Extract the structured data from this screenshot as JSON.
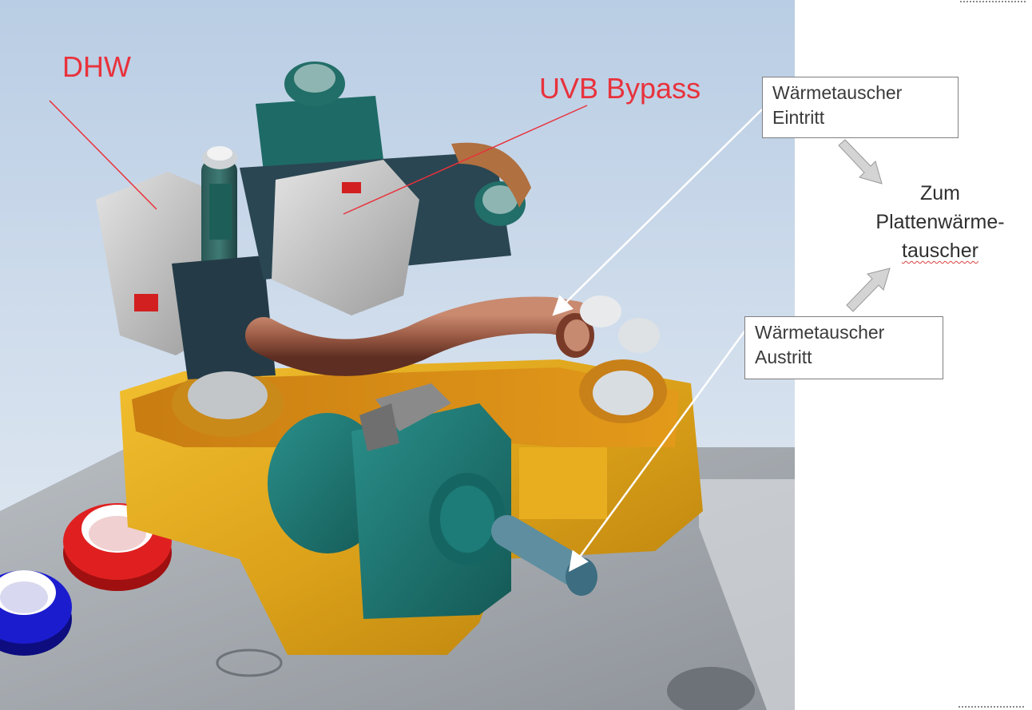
{
  "labels": {
    "dhw": "DHW",
    "uvb_bypass": "UVB Bypass"
  },
  "callouts": {
    "inlet": {
      "line1": "Wärmetauscher",
      "line2": "Eintritt"
    },
    "outlet": {
      "line1": "Wärmetauscher",
      "line2": "Austritt"
    }
  },
  "target": {
    "line1": "Zum",
    "line2": "Plattenwärme-",
    "line3": "tauscher"
  },
  "colors": {
    "label_red": "#e8323c",
    "housing_gold": "#e3a81b",
    "pump_teal": "#1e7a78",
    "valve_teal": "#2c6a64",
    "bypass_pipe": "#9a5a44",
    "actuator_grey": "#bcbcbc",
    "nut_red": "#e02020",
    "nut_blue": "#1c1ccf",
    "background_blue": "#b3c8e0",
    "floor_grey": "#9ea3a8"
  }
}
